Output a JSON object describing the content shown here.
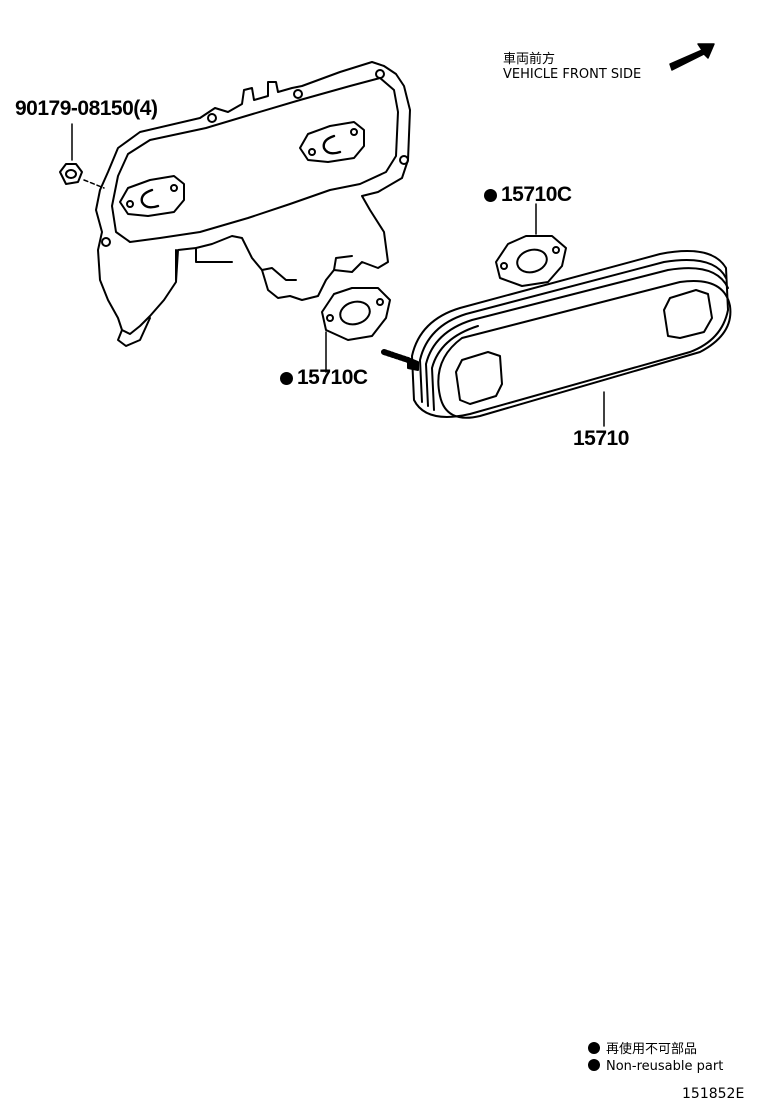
{
  "parts": {
    "bolt": "90179-08150(4)",
    "gasket_upper": "15710C",
    "gasket_lower": "15710C",
    "oil_cooler": "15710"
  },
  "direction": {
    "japanese": "車両前方",
    "english": "VEHICLE FRONT SIDE"
  },
  "legend": {
    "japanese": "再使用不可部品",
    "english": "Non-reusable part"
  },
  "illustration_code": "151852E"
}
